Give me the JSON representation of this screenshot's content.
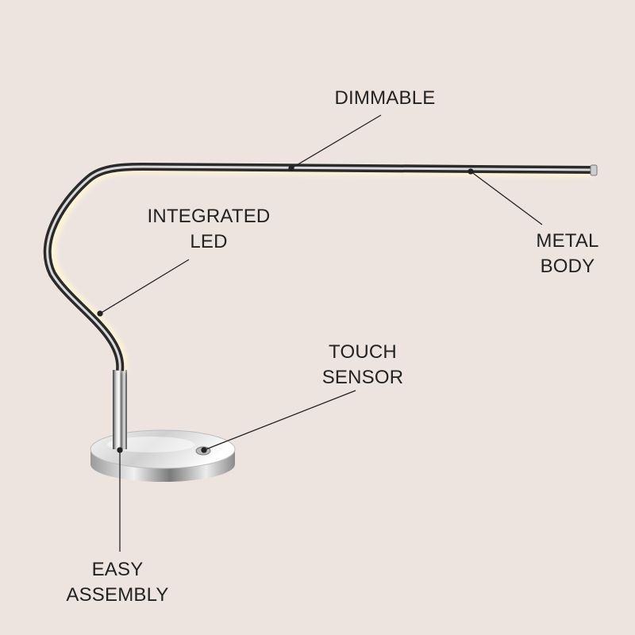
{
  "callouts": {
    "dimmable": [
      "DIMMABLE"
    ],
    "metal_body": [
      "METAL",
      "BODY"
    ],
    "integrated_led": [
      "INTEGRATED",
      "LED"
    ],
    "touch_sensor": [
      "TOUCH",
      "SENSOR"
    ],
    "easy_assembly": [
      "EASY",
      "ASSEMBLY"
    ]
  },
  "colors": {
    "background": "#ede4e0",
    "text": "#222222",
    "leader_line": "#222222",
    "led_glow": "#fff6d6"
  }
}
